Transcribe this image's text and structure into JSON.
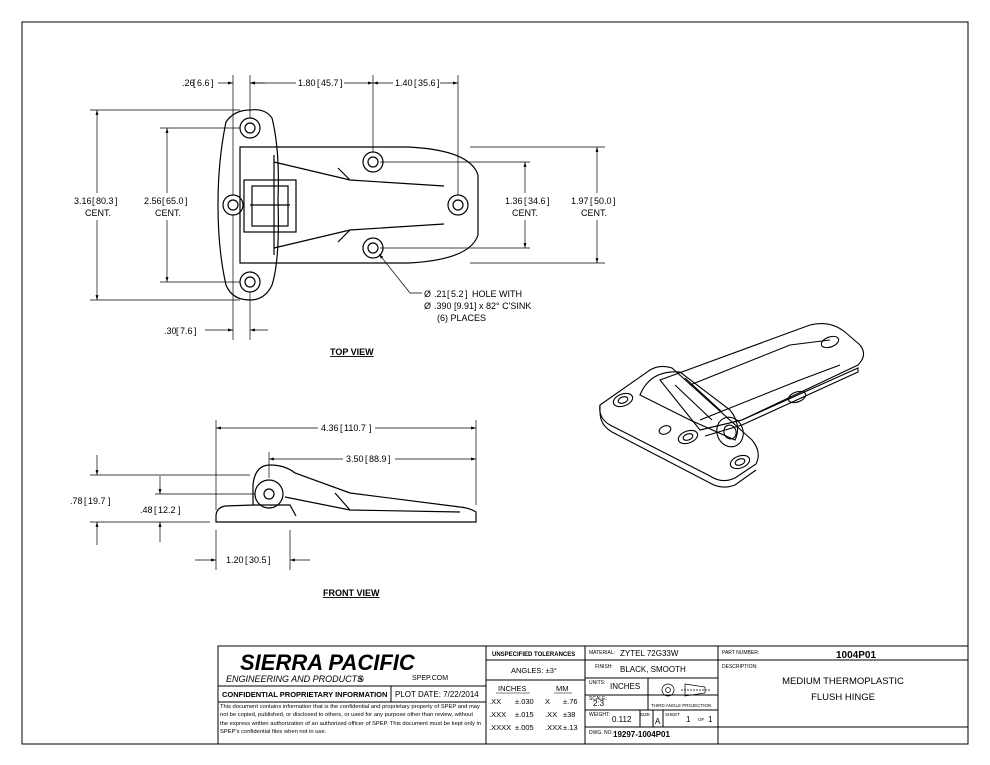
{
  "views": {
    "top_view_label": "TOP VIEW",
    "front_view_label": "FRONT VIEW"
  },
  "top_view_dims": {
    "d1": ".26",
    "d1_mm": "6.6",
    "d2": "1.80",
    "d2_mm": "45.7",
    "d3": "1.40",
    "d3_mm": "35.6",
    "d4": "3.16",
    "d4_mm": "80.3",
    "d5": "2.56",
    "d5_mm": "65.0",
    "d6": "1.36",
    "d6_mm": "34.6",
    "d7": "1.97",
    "d7_mm": "50.0",
    "d8": ".30",
    "d8_mm": "7.6",
    "cent": "CENT.",
    "hole_note_1": ".21",
    "hole_note_1_mm": "5.2",
    "hole_note_1_text": "HOLE WITH",
    "hole_note_2": ".390 [9.91] x 82° C'SINK",
    "hole_note_3": "(6) PLACES",
    "dia": "Ø"
  },
  "front_view_dims": {
    "d1": "4.36",
    "d1_mm": "110.7",
    "d2": "3.50",
    "d2_mm": "88.9",
    "d3": ".78",
    "d3_mm": "19.7",
    "d4": ".48",
    "d4_mm": "12.2",
    "d5": "1.20",
    "d5_mm": "30.5"
  },
  "title_block": {
    "company": "SIERRA PACIFIC",
    "subtitle": "ENGINEERING AND PRODUCTS",
    "reg": "®",
    "website": "SPEP.COM",
    "confidential": "CONFIDENTIAL PROPRIETARY INFORMATION",
    "plot_date": "PLOT DATE: 7/22/2014",
    "notice": "This document contains information that is the confidential and proprietary property of SPEP and may not be copied, published, or disclosed to others, or used for any purpose other than review, without the express written authorization of an authorized officer of SPEP. This document must be kept only in SPEP's confidential files when not in use.",
    "tol_header": "UNSPECIFIED TOLERANCES",
    "angles": "ANGLES: ±3°",
    "inches_hdr": "INCHES",
    "mm_hdr": "MM",
    "tol_rows": [
      {
        "in_fmt": ".XX",
        "in_val": "±.030",
        "mm_fmt": "X",
        "mm_val": "±.76"
      },
      {
        "in_fmt": ".XXX",
        "in_val": "±.015",
        "mm_fmt": ".XX",
        "mm_val": "±38"
      },
      {
        "in_fmt": ".XXXX",
        "in_val": "±.005",
        "mm_fmt": ".XXX",
        "mm_val": "±.13"
      }
    ],
    "material_lbl": "MATERIAL:",
    "material": "ZYTEL 72G33W",
    "finish_lbl": "FINISH:",
    "finish": "BLACK, SMOOTH",
    "units_lbl": "UNITS:",
    "units": "INCHES",
    "scale_lbl": "SCALE:",
    "scale": "2:3",
    "projection": "THIRD ANGLE PROJECTION",
    "weight_lbl": "WEIGHT:",
    "weight": "0.112",
    "size_lbl": "SIZE",
    "size": "A",
    "sheet_lbl": "SHEET",
    "sheet": "1",
    "of_lbl": "OF",
    "sheets": "1",
    "dwg_lbl": "DWG. NO.",
    "dwg_no": "19297-1004P01",
    "part_lbl": "PART NUMBER:",
    "part_no": "1004P01",
    "desc_lbl": "DESCRIPTION:",
    "desc_1": "MEDIUM THERMOPLASTIC",
    "desc_2": "FLUSH HINGE"
  }
}
